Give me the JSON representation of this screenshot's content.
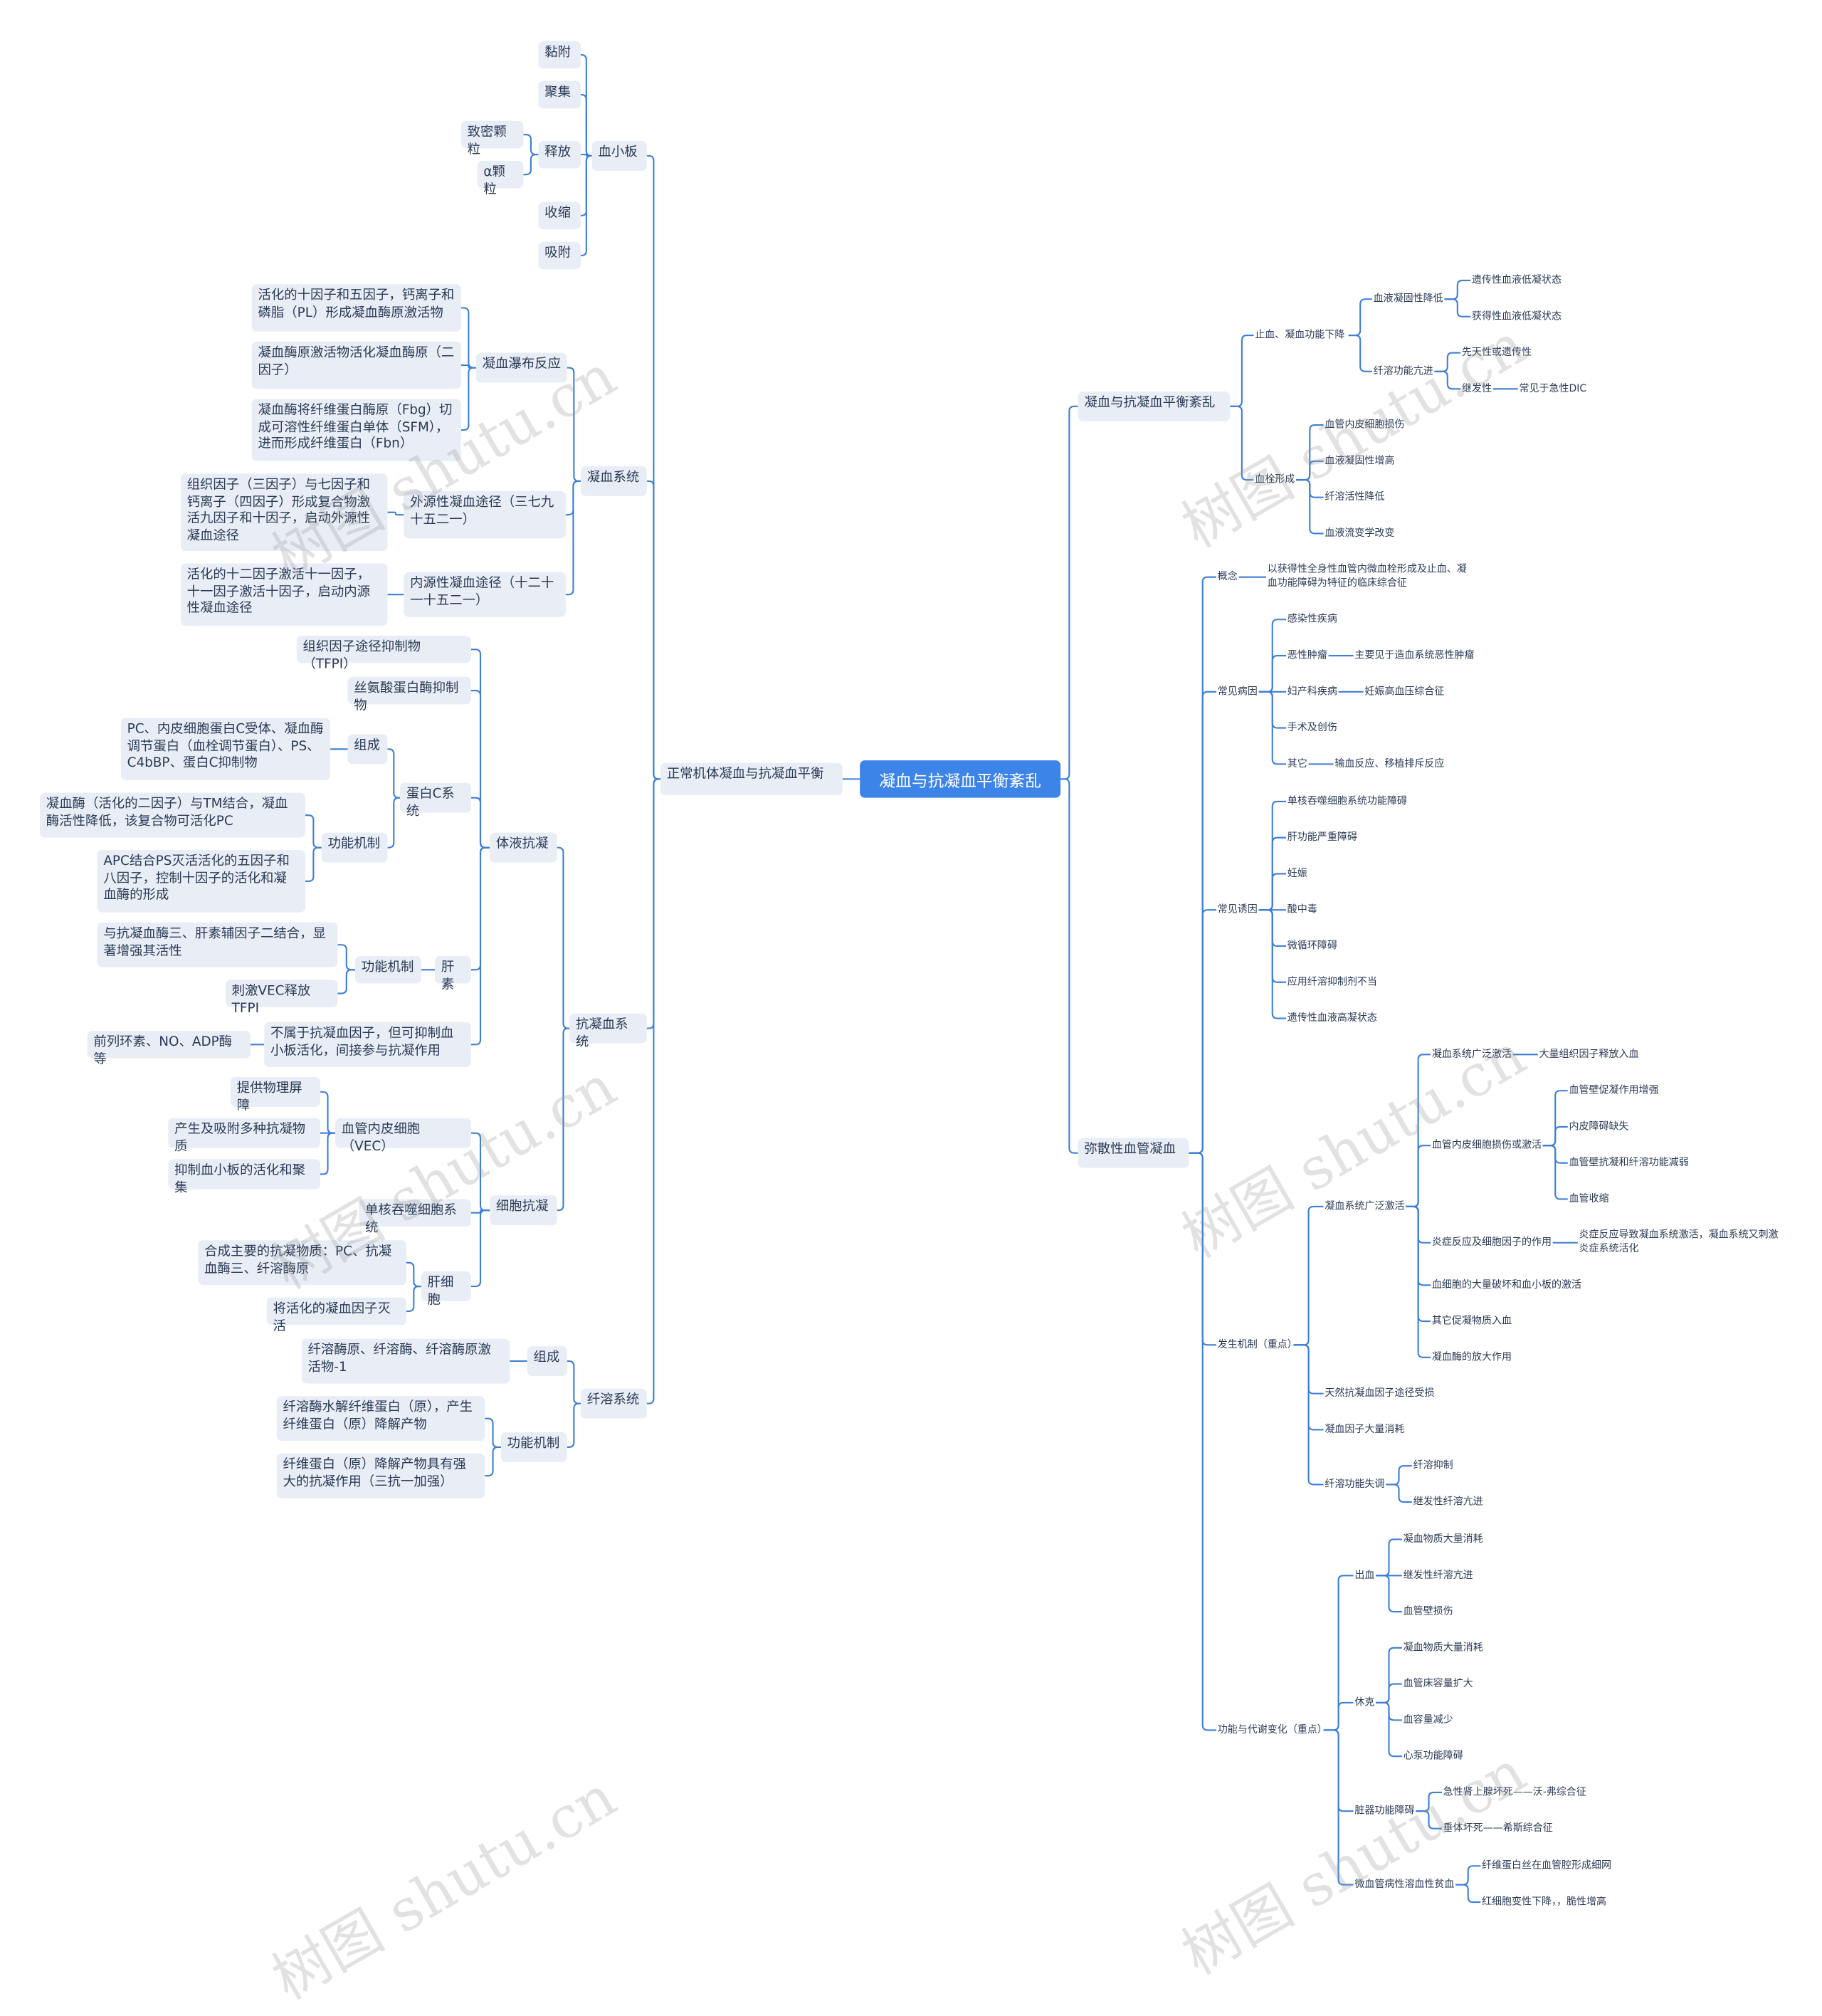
{
  "root": "凝血与抗凝血平衡紊乱",
  "watermark": "树图 shutu.cn",
  "line_color": "#3d7fd6",
  "root_color": "#3d84e8",
  "left": {
    "title": "正常机体凝血与抗凝血平衡",
    "platelet": {
      "title": "血小板",
      "c1": "黏附",
      "c2": "聚集",
      "release": "释放",
      "r1": "致密颗粒",
      "r2": "α颗粒",
      "c4": "收缩",
      "c5": "吸附"
    },
    "coag": {
      "title": "凝血系统",
      "cascade": "凝血瀑布反应",
      "cas1": "活化的十因子和五因子，钙离子和磷脂（PL）形成凝血酶原激活物",
      "cas2": "凝血酶原激活物活化凝血酶原（二因子）",
      "cas3": "凝血酶将纤维蛋白酶原（Fbg）切成可溶性纤维蛋白单体（SFM），进而形成纤维蛋白（Fbn）",
      "ext": "外源性凝血途径（三七九十五二一）",
      "ext1": "组织因子（三因子）与七因子和钙离子（四因子）形成复合物激活九因子和十因子，启动外源性凝血途径",
      "intr": "内源性凝血途径（十二十一十五二一）",
      "intr1": "活化的十二因子激活十一因子，十一因子激活十因子，启动内源性凝血途径"
    },
    "anti": {
      "title": "抗凝血系统",
      "humoral": "体液抗凝",
      "tfpi": "组织因子途径抑制物（TFPI）",
      "serine": "丝氨酸蛋白酶抑制物",
      "pc": "蛋白C系统",
      "pc_comp": "组成",
      "pc_comp1": "PC、内皮细胞蛋白C受体、凝血酶调节蛋白（血栓调节蛋白）、PS、C4bBP、蛋白C抑制物",
      "pc_func": "功能机制",
      "pc_func1": "凝血酶（活化的二因子）与TM结合，凝血酶活性降低，该复合物可活化PC",
      "pc_func2": "APC结合PS灭活活化的五因子和八因子，控制十因子的活化和凝血酶的形成",
      "heparin": "肝素",
      "hep_func": "功能机制",
      "hep1": "与抗凝血酶三、肝素辅因子二结合，显著增强其活性",
      "hep2": "刺激VEC释放TFPI",
      "other": "不属于抗凝血因子，但可抑制血小板活化，间接参与抗凝作用",
      "other1": "前列环素、NO、ADP酶等",
      "cellular": "细胞抗凝",
      "vec": "血管内皮细胞（VEC）",
      "vec1": "提供物理屏障",
      "vec2": "产生及吸附多种抗凝物质",
      "vec3": "抑制血小板的活化和聚集",
      "mono": "单核吞噬细胞系统",
      "liver": "肝细胞",
      "liver1": "合成主要的抗凝物质：PC、抗凝血酶三、纤溶酶原",
      "liver2": "将活化的凝血因子灭活"
    },
    "fib": {
      "title": "纤溶系统",
      "comp": "组成",
      "comp1": "纤溶酶原、纤溶酶、纤溶酶原激活物-1",
      "func": "功能机制",
      "func1": "纤溶酶水解纤维蛋白（原），产生纤维蛋白（原）降解产物",
      "func2": "纤维蛋白（原）降解产物具有强大的抗凝作用（三抗一加强）"
    }
  },
  "right": {
    "imb": {
      "title": "凝血与抗凝血平衡紊乱",
      "hemo": "止血、凝血功能下降",
      "coag_low": "血液凝固性降低",
      "cl1": "遗传性血液低凝状态",
      "cl2": "获得性血液低凝状态",
      "fib_up": "纤溶功能亢进",
      "fu1": "先天性或遗传性",
      "fu2": "继发性",
      "fu2a": "常见于急性DIC",
      "throm": "血栓形成",
      "t1": "血管内皮细胞损伤",
      "t2": "血液凝固性增高",
      "t3": "纤溶活性降低",
      "t4": "血液流变学改变"
    },
    "dic": {
      "title": "弥散性血管凝血",
      "concept": "概念",
      "concept1": "以获得性全身性血管内微血栓形成及止血、凝血功能障碍为特征的临床综合征",
      "cause": "常见病因",
      "ca1": "感染性疾病",
      "ca2": "恶性肿瘤",
      "ca2a": "主要见于造血系统恶性肿瘤",
      "ca3": "妇产科疾病",
      "ca3a": "妊娠高血压综合征",
      "ca4": "手术及创伤",
      "ca5": "其它",
      "ca5a": "输血反应、移植排斥反应",
      "trig": "常见诱因",
      "tr1": "单核吞噬细胞系统功能障碍",
      "tr2": "肝功能严重障碍",
      "tr3": "妊娠",
      "tr4": "酸中毒",
      "tr5": "微循环障碍",
      "tr6": "应用纤溶抑制剂不当",
      "tr7": "遗传性血液高凝状态",
      "mech": "发生机制（重点）",
      "act": "凝血系统广泛激活",
      "act1": "凝血系统广泛激活",
      "act1a": "大量组织因子释放入血",
      "act2": "血管内皮细胞损伤或激活",
      "act2a": "血管壁促凝作用增强",
      "act2b": "内皮障碍缺失",
      "act2c": "血管壁抗凝和纤溶功能减弱",
      "act2d": "血管收缩",
      "act3": "炎症反应及细胞因子的作用",
      "act3a": "炎症反应导致凝血系统激活，凝血系统又刺激炎症系统活化",
      "act4": "血细胞的大量破坏和血小板的激活",
      "act5": "其它促凝物质入血",
      "act6": "凝血酶的放大作用",
      "m2": "天然抗凝血因子途径受损",
      "m3": "凝血因子大量消耗",
      "m4": "纤溶功能失调",
      "m4a": "纤溶抑制",
      "m4b": "继发性纤溶亢进",
      "func": "功能与代谢变化（重点）",
      "bleed": "出血",
      "b1": "凝血物质大量消耗",
      "b2": "继发性纤溶亢进",
      "b3": "血管壁损伤",
      "shock": "休克",
      "s1": "凝血物质大量消耗",
      "s2": "血管床容量扩大",
      "s3": "血容量减少",
      "s4": "心泵功能障碍",
      "organ": "脏器功能障碍",
      "o1": "急性肾上腺坏死——沃-弗综合征",
      "o2": "垂体坏死——希斯综合征",
      "anemia": "微血管病性溶血性贫血",
      "an1": "纤维蛋白丝在血管腔形成细网",
      "an2": "红细胞变性下降，，脆性增高"
    }
  }
}
